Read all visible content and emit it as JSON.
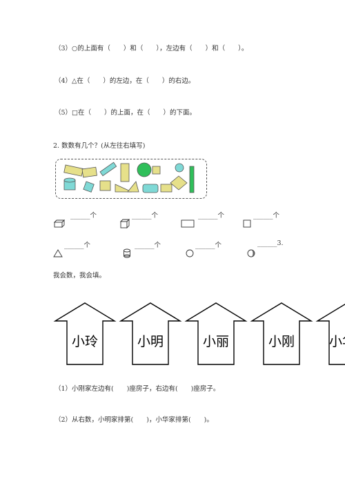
{
  "questions_top": [
    {
      "text": "（3）○的上面有（　　）和（　　），左边有（　　）和（　　）。"
    },
    {
      "text": "（4）△在（　　）的左边，在（　　）的右边。"
    },
    {
      "text": "（5）□在（　　）的上面，在（　　）的下面。"
    }
  ],
  "section2": {
    "title": "2. 数数有几个？(从左往右填写)",
    "row1": [
      {
        "icon": "cuboid-icon",
        "blank": "______个"
      },
      {
        "icon": "cube-icon",
        "blank": "______个"
      },
      {
        "icon": "rectangle-icon",
        "blank": "______个"
      },
      {
        "icon": "square-icon",
        "blank": "______个"
      }
    ],
    "row2": [
      {
        "icon": "triangle-icon",
        "blank": "______个"
      },
      {
        "icon": "cylinder-icon",
        "blank": "______个"
      },
      {
        "icon": "circle-icon",
        "blank": "______个"
      },
      {
        "icon": "sphere-icon",
        "blank": "______3."
      }
    ]
  },
  "section3": {
    "title": "我会数，我会填。",
    "houses": [
      "小玲",
      "小明",
      "小丽",
      "小刚",
      "小华"
    ],
    "q1": "（1）小刚家左边有(　　)座房子，右边有(　　)座房子。",
    "q2": "（2）从右数，小明家排第(　　)，小华家排第(　　)。"
  },
  "colors": {
    "shape_fill": "#e6e08a",
    "shape_teal": "#7fd9d6",
    "shape_green": "#2fbf5a",
    "ink": "#333333"
  }
}
